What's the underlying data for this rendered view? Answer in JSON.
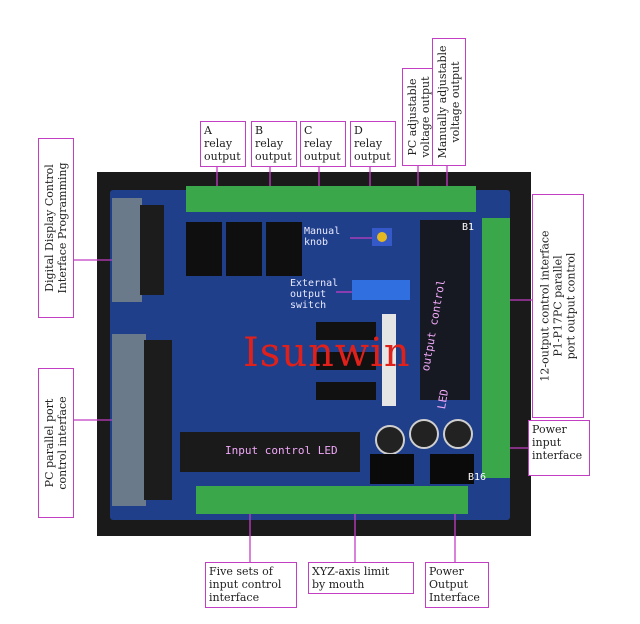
{
  "brand": "Isunwin",
  "labels": {
    "relay_a": "A\nrelay\noutput",
    "relay_b": "B\nrelay\noutput",
    "relay_c": "C\nrelay\noutput",
    "relay_d": "D\nrelay\noutput",
    "pc_adjustable": "PC adjustable\nvoltage output",
    "manual_adjustable": "Manually adjustable\nvoltage output",
    "digital_display": "Digital Display Control\nInterface Programming",
    "pc_parallel": "PC parallel port\ncontrol interface",
    "output_control": "12-output control interface\nP1-P17PC parallel\nport output control",
    "power_input": "Power\ninput\ninterface",
    "five_sets": "Five sets of\ninput control\ninterface",
    "xyz_limit": "XYZ-axis limit\nby mouth",
    "power_output": "Power\nOutput\nInterface"
  },
  "onboard": {
    "manual_knob": "Manual\nknob",
    "external_output_switch": "External\noutput\nswitch",
    "input_control_led": "Input control LED",
    "output_control_led": "output control",
    "led": "LED",
    "b1": "B1",
    "b16": "B16"
  },
  "colors": {
    "border": "#c23fc4",
    "board": "#1f3f8a",
    "terminal": "#3aa84a",
    "brand": "#e0201a"
  }
}
